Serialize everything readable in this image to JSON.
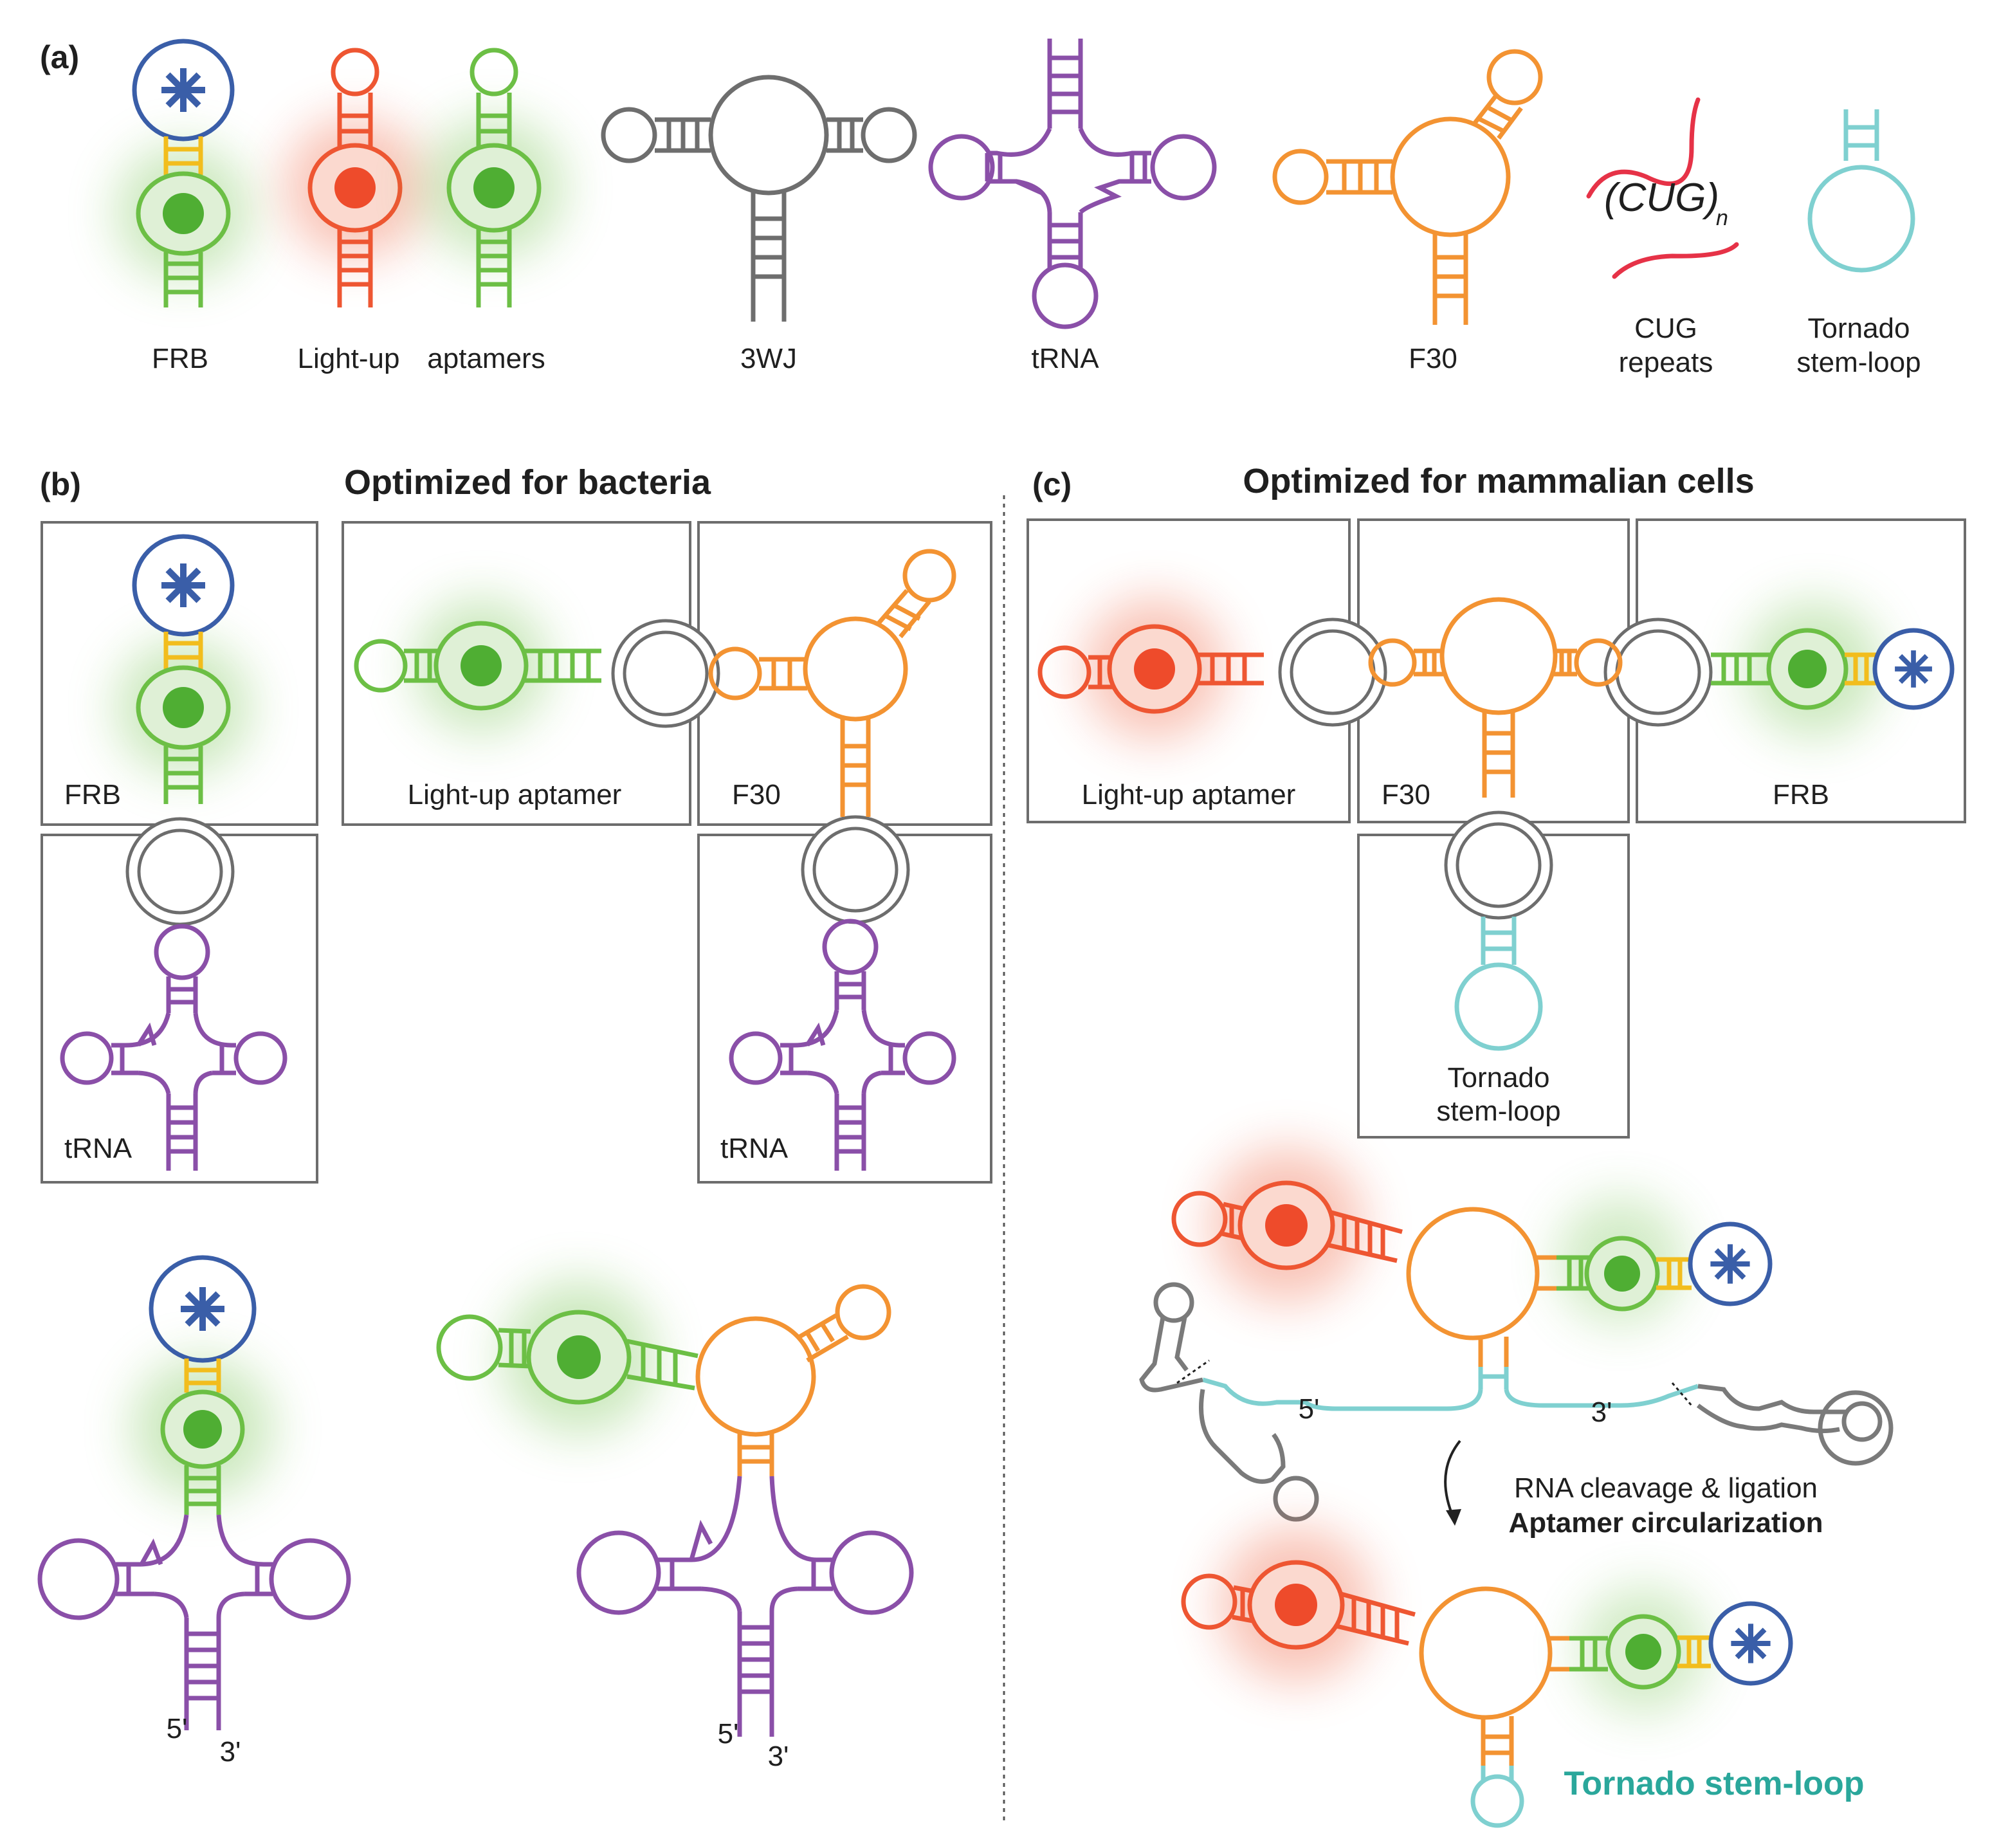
{
  "panels": {
    "a": {
      "panel_label": "(a)",
      "labels": {
        "frb": "FRB",
        "lightup": "Light-up",
        "aptamers": "aptamers",
        "three_wj": "3WJ",
        "trna": "tRNA",
        "f30": "F30",
        "cug_formula": "(CUG)",
        "cug_subscript": "n",
        "cug_line1": "CUG",
        "cug_line2": "repeats",
        "tornado_line1": "Tornado",
        "tornado_line2": "stem-loop"
      }
    },
    "b": {
      "panel_label": "(b)",
      "title": "Optimized for bacteria",
      "labels": {
        "frb": "FRB",
        "lightup_aptamer": "Light-up aptamer",
        "f30": "F30",
        "trna_left": "tRNA",
        "trna_right": "tRNA",
        "five_prime_left": "5'",
        "three_prime_left": "3'",
        "five_prime_right": "5'",
        "three_prime_right": "3'"
      }
    },
    "c": {
      "panel_label": "(c)",
      "title": "Optimized for mammalian cells",
      "labels": {
        "lightup_aptamer": "Light-up aptamer",
        "f30": "F30",
        "frb": "FRB",
        "tornado_line1": "Tornado",
        "tornado_line2": "stem-loop",
        "five_prime": "5'",
        "three_prime": "3'",
        "process_line1": "RNA cleavage & ligation",
        "process_line2": "Aptamer circularization",
        "tornado_label": "Tornado stem-loop"
      }
    }
  },
  "colors": {
    "frb_loop": "#3a5ea8",
    "fluorophore_star": "#3a5ea8",
    "frb_stem": "#f2bd1d",
    "green_aptamer": "#6cbf45",
    "green_dot": "#4fae33",
    "red_aptamer": "#ee5632",
    "red_dot": "#ee4b2b",
    "three_wj": "#6e6e6e",
    "trna": "#8a4fa8",
    "f30": "#f39332",
    "cug": "#e63247",
    "tornado": "#7fd0d0",
    "tornado_text": "#2aa79b",
    "connector": "#6d6d6d"
  }
}
